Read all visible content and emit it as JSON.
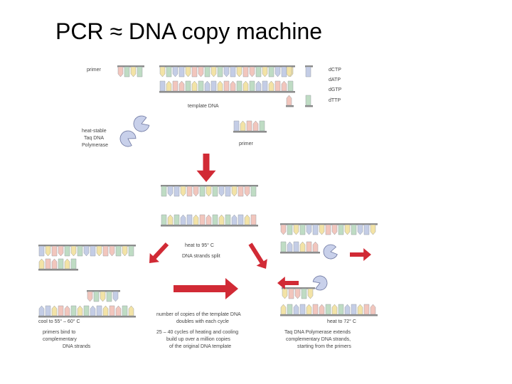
{
  "title": "PCR ≈ DNA copy machine",
  "labels": {
    "primer_top": "primer",
    "template_dna": "template DNA",
    "dctp": "dCTP",
    "datp": "dATP",
    "dgtp": "dGTP",
    "dttp": "dTTP",
    "polymerase_line1": "heat-stable",
    "polymerase_line2": "Taq DNA",
    "polymerase_line3": "Polymerase",
    "primer_mid": "primer",
    "heat95": "heat to 95° C",
    "strands_split": "DNA strands split",
    "copies_line1": "number of copies of the template DNA",
    "copies_line2": "doubles with each cycle",
    "cycles_line1": "25 – 40 cycles of heating and cooling",
    "cycles_line2": "build up over a million copies",
    "cycles_line3": "of the original DNA template",
    "cool_to": "cool to 55° – 60° C",
    "bind_line1": "primers bind to",
    "bind_line2": "complementary",
    "bind_line3": "DNA strands",
    "heat72": "heat to 72° C",
    "extend_line1": "Taq DNA Polymerase extends",
    "extend_line2": "complementary DNA strands,",
    "extend_line3": "starting from the primers"
  },
  "colors": {
    "base_yellow": "#f3e3a6",
    "base_blue": "#c4cde6",
    "base_green": "#bfdcc4",
    "base_pink": "#f2c6bd",
    "backbone": "#8a8a8a",
    "arrow_red": "#d12a35",
    "polymerase": "#c8d0ea"
  }
}
